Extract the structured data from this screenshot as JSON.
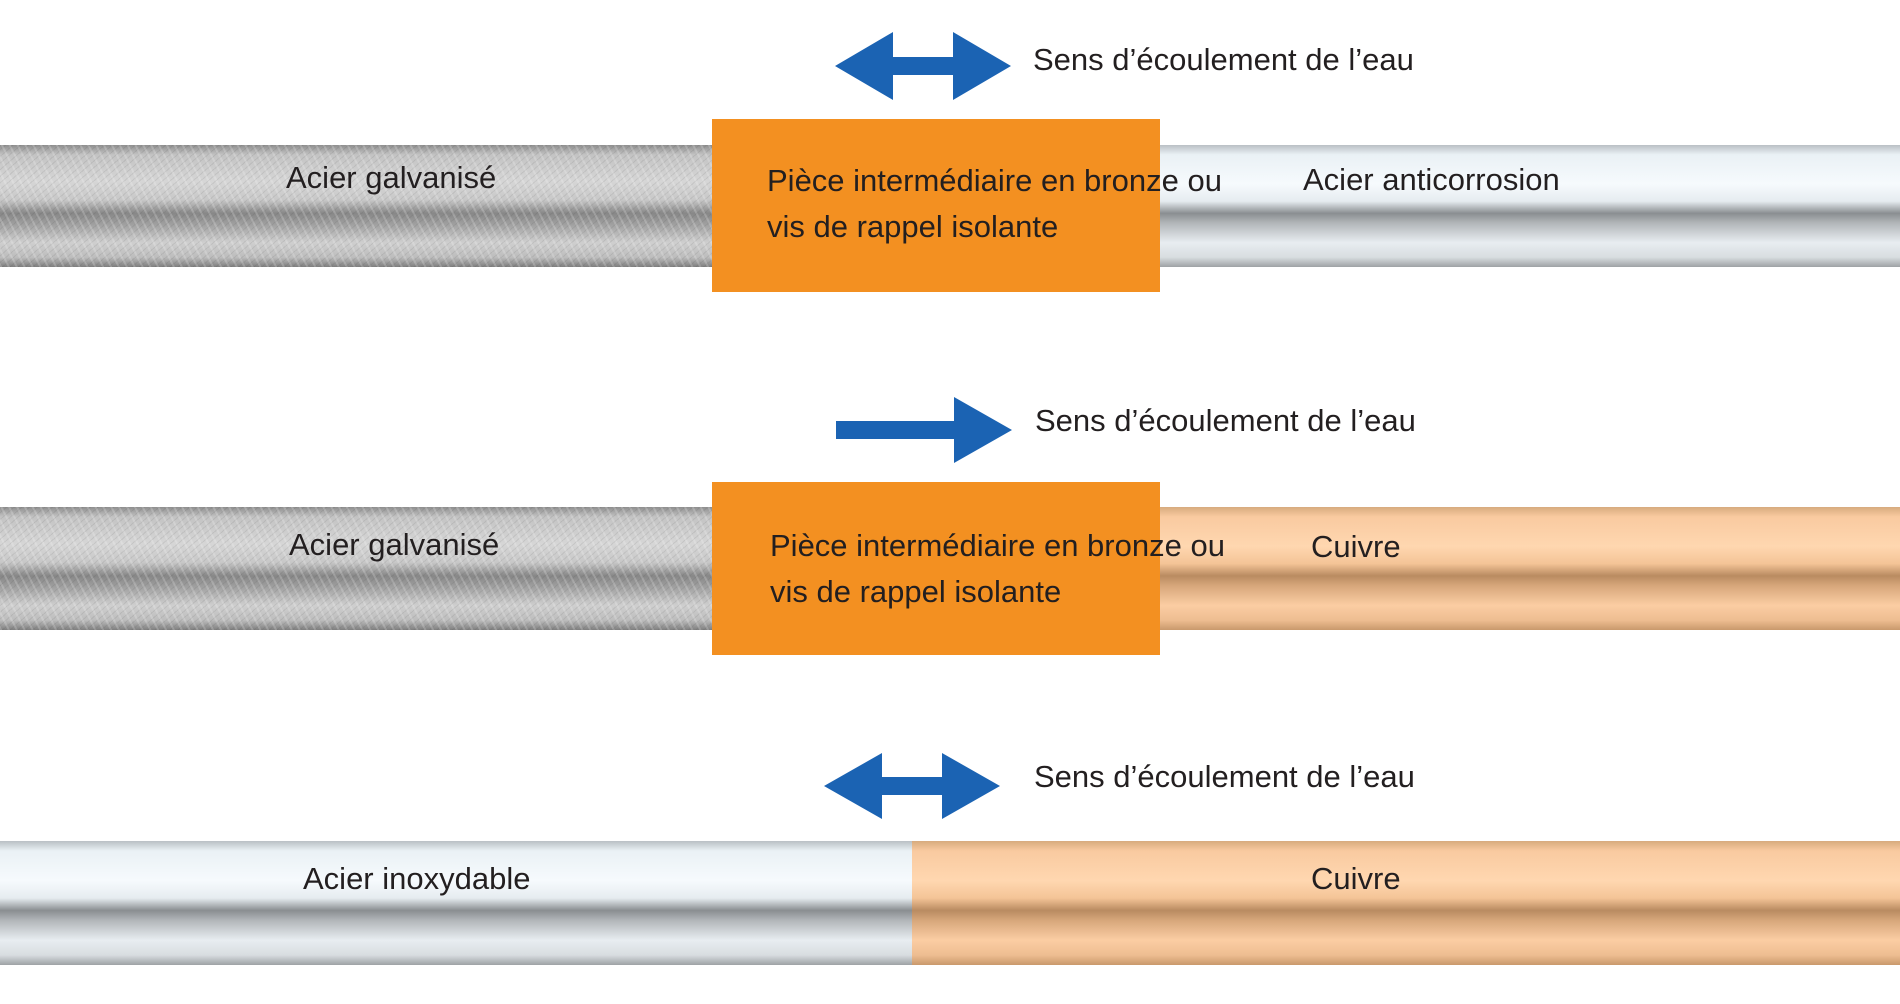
{
  "colors": {
    "arrow": "#1b63b3",
    "insulator": "#f39021",
    "text": "#231f20"
  },
  "rows": [
    {
      "flow_label": "Sens d’écoulement de l’eau",
      "flow_direction": "both",
      "left_pipe": "Acier galvanisé",
      "insulator_line1": "Pièce intermédiaire en bronze ou",
      "insulator_line2": "vis de rappel isolante",
      "right_pipe": "Acier anticorrosion"
    },
    {
      "flow_label": "Sens d’écoulement de l’eau",
      "flow_direction": "right",
      "left_pipe": "Acier galvanisé",
      "insulator_line1": "Pièce intermédiaire en bronze ou",
      "insulator_line2": "vis de rappel isolante",
      "right_pipe": "Cuivre"
    },
    {
      "flow_label": "Sens d’écoulement de l’eau",
      "flow_direction": "both",
      "left_pipe": "Acier inoxydable",
      "right_pipe": "Cuivre"
    }
  ]
}
